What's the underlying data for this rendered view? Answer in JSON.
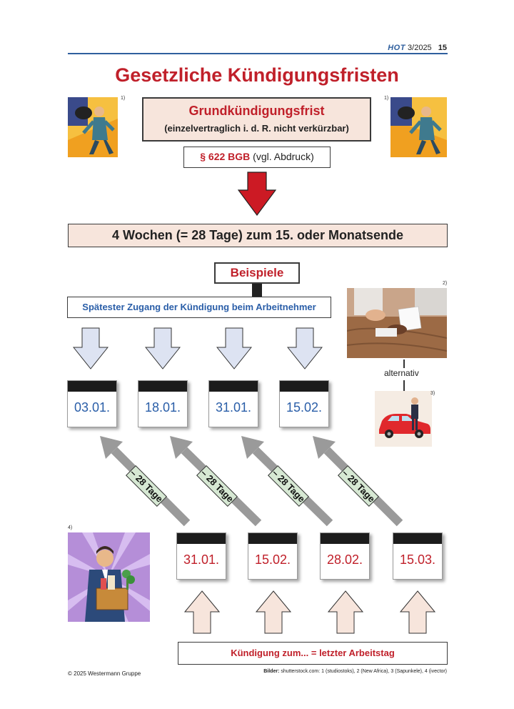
{
  "header": {
    "brand": "HOT",
    "issue": "3/2025",
    "page": "15"
  },
  "title": "Gesetzliche Kündigungsfristen",
  "grundfrist": {
    "title": "Grundkündigungsfrist",
    "subtitle": "(einzelvertraglich i. d. R. nicht verkürzbar)"
  },
  "bgb": {
    "bold": "§ 622 BGB",
    "normal": "(vgl. Abdruck)"
  },
  "frist": "4 Wochen (= 28 Tage) zum 15. oder Monatsende",
  "beispiele": "Beispiele",
  "zugang": "Spätester Zugang der Kündigung beim Arbeitnehmer",
  "zugang_dates": [
    "03.01.",
    "18.01.",
    "31.01.",
    "15.02."
  ],
  "arrow_label": "– 28 Tage",
  "end_dates": [
    "31.01.",
    "15.02.",
    "28.02.",
    "15.03."
  ],
  "kuendigung_zum": "Kündigung zum... = letzter Arbeitstag",
  "alternativ": "alternativ",
  "footnotes": {
    "f1a": "1)",
    "f1b": "1)",
    "f2": "2)",
    "f3": "3)",
    "f4": "4)"
  },
  "footer": {
    "copyright": "© 2025 Westermann Gruppe",
    "credits_label": "Bilder:",
    "credits": "shutterstock.com: 1 (studiostoks), 2 (New Africa), 3 (Sapunkele), 4 (ivector)"
  },
  "colors": {
    "accent_red": "#c0202a",
    "accent_blue": "#2a5ea8",
    "beige": "#f7e5dc",
    "green_label": "#d6e8d3"
  }
}
